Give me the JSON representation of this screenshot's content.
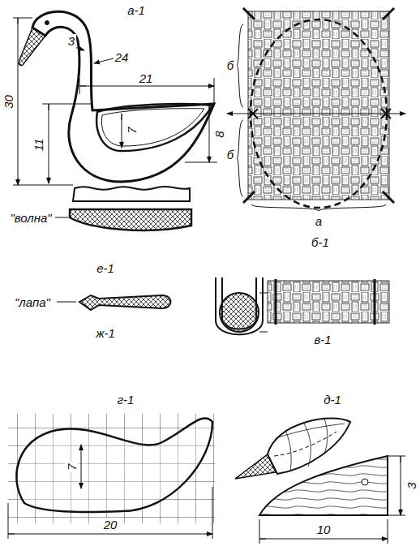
{
  "diagram": {
    "labels": [
      "а-1",
      "3",
      "24",
      "21",
      "30",
      "11",
      "7",
      "8",
      "\"волна\"",
      "б-1",
      "б",
      "б",
      "а",
      "е-1",
      "\"лапа\"",
      "ж-1",
      "в-1",
      "г-1",
      "7",
      "20",
      "д-1",
      "3",
      "10"
    ]
  }
}
